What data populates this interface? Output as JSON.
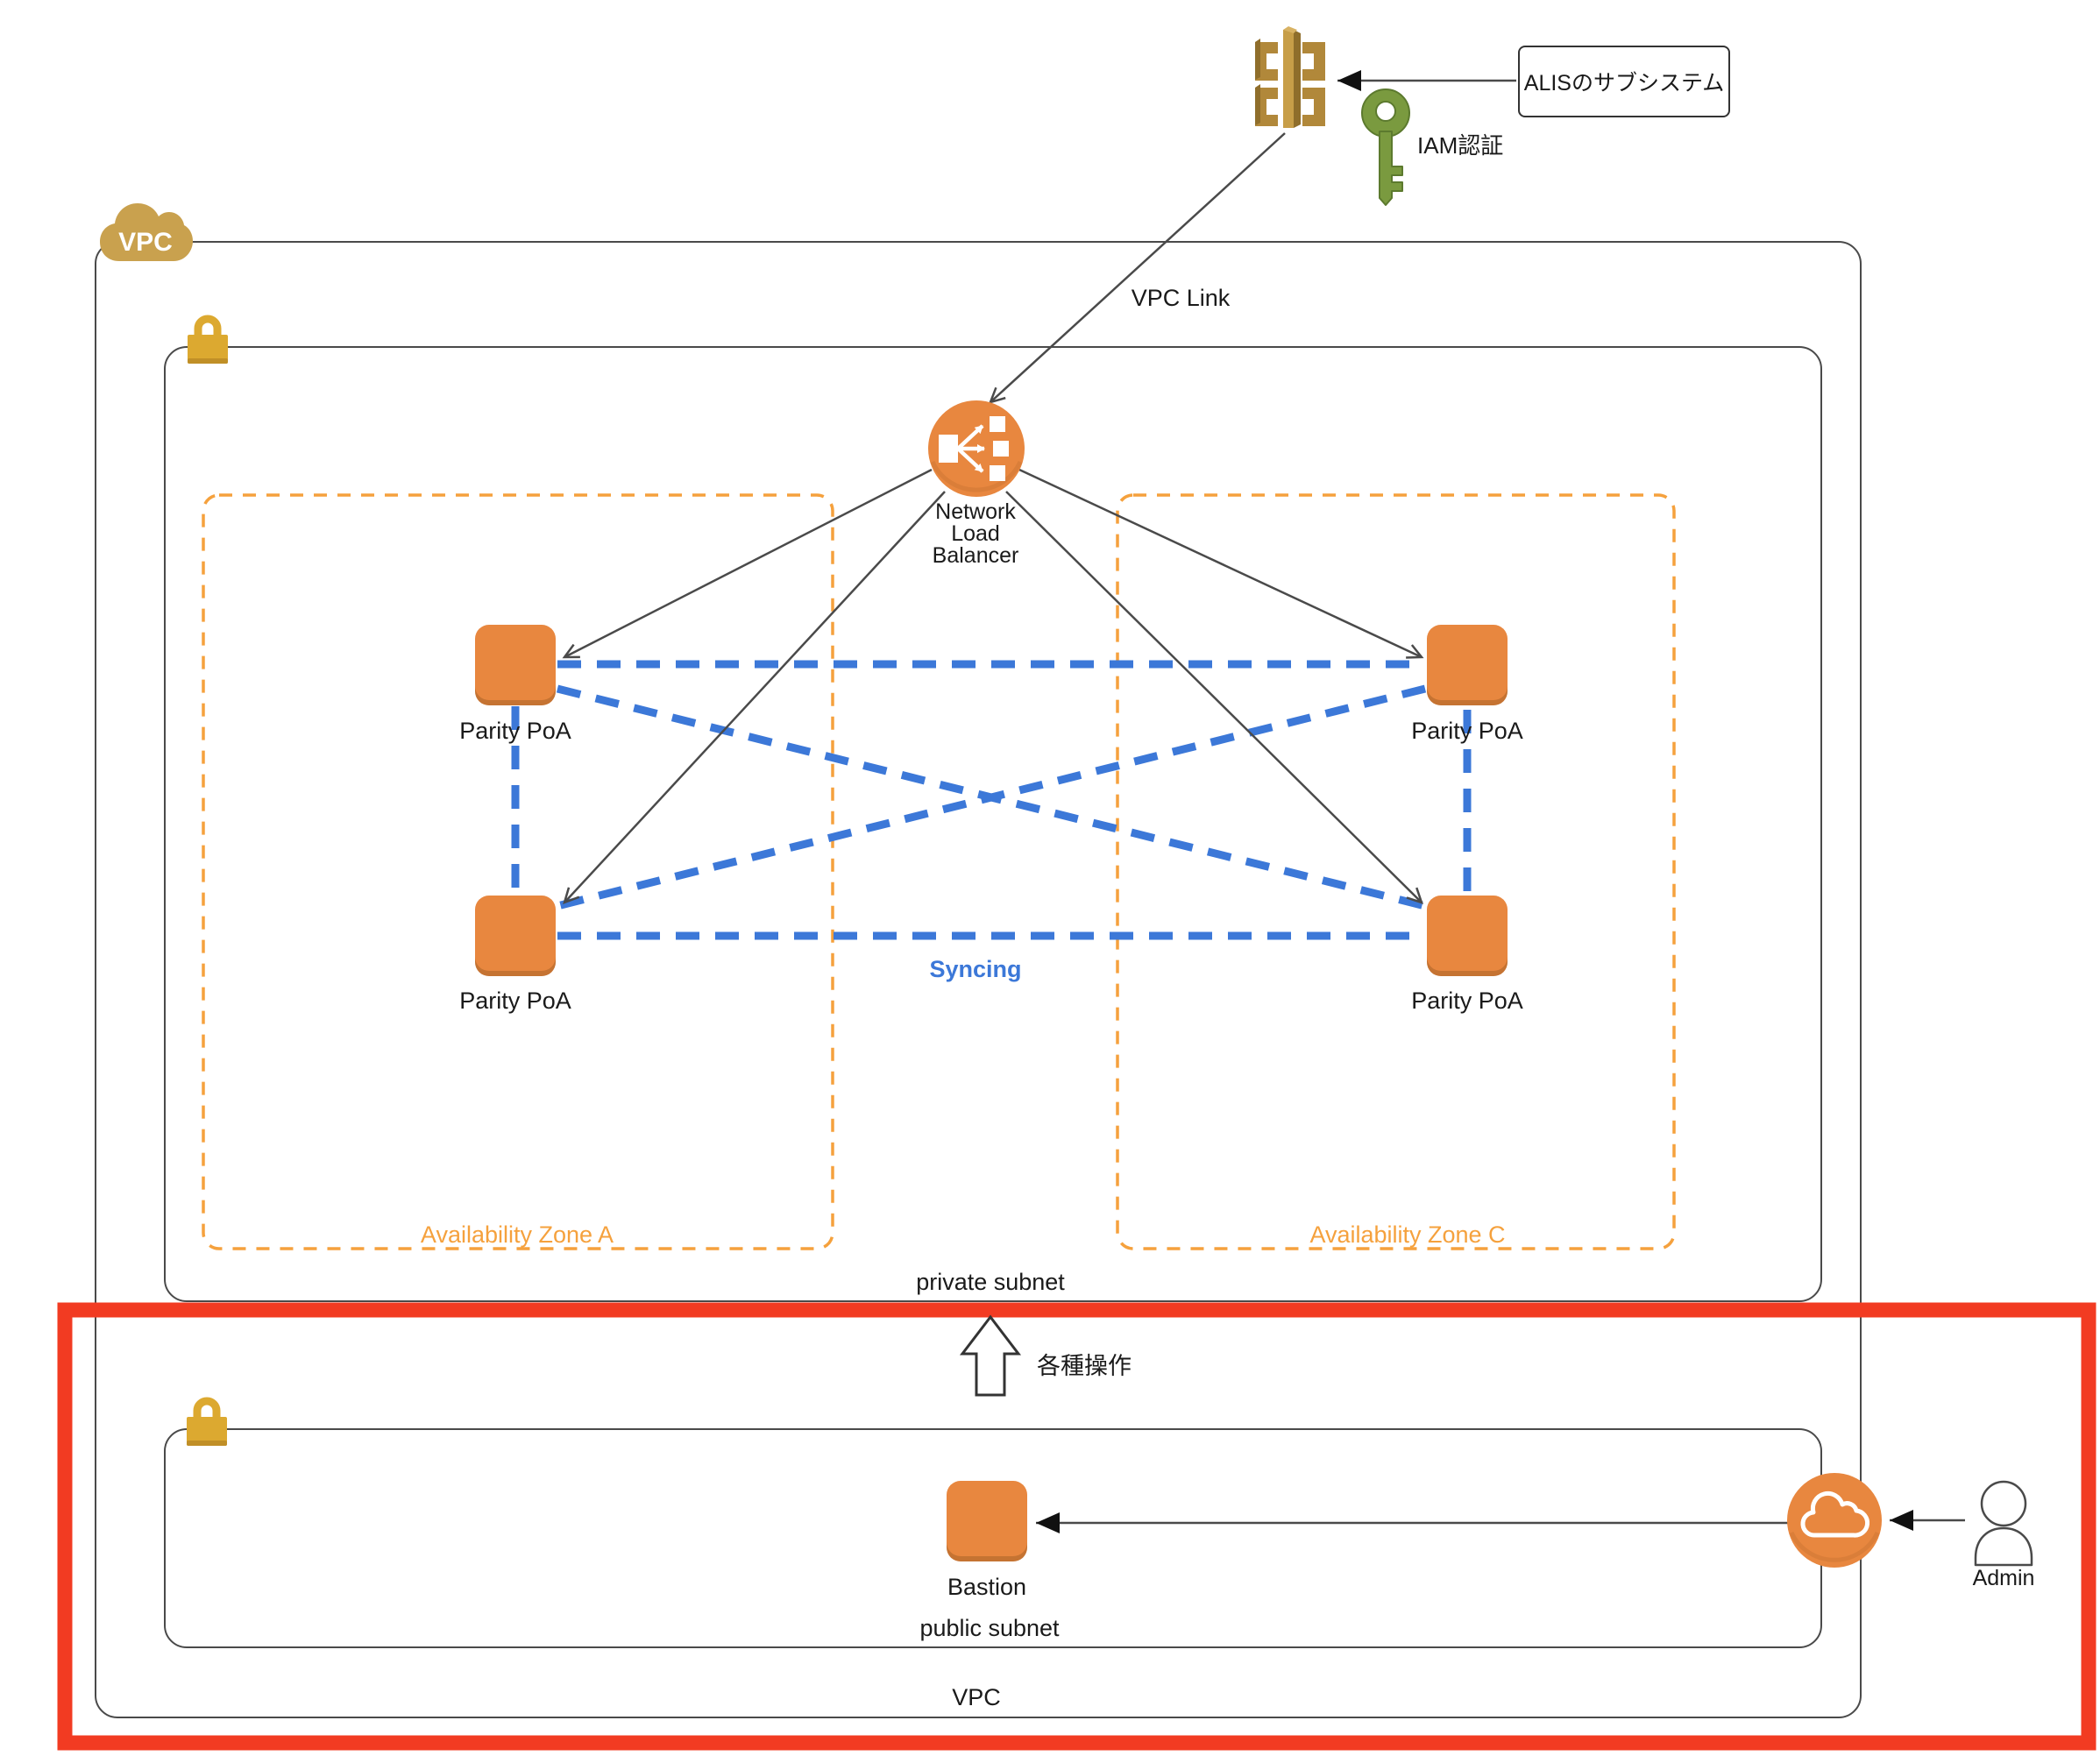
{
  "colors": {
    "aws_orange": "#E8873F",
    "gold": "#C9A14E",
    "lock_gold": "#DCA930",
    "key_green": "#7A9A3F",
    "sync_blue": "#3C78D8",
    "zone_orange": "#F5A13D",
    "highlight_red": "#F23B22",
    "line_gray": "#4a4a4a"
  },
  "external": {
    "subsystem_label": "ALISのサブシステム",
    "iam_auth_label": "IAM認証"
  },
  "vpc": {
    "badge": "VPC",
    "bottom_label": "VPC",
    "vpc_link_label": "VPC Link"
  },
  "private_subnet": {
    "bottom_label": "private subnet",
    "zone_a_label": "Availability Zone A",
    "zone_c_label": "Availability Zone C",
    "syncing_label": "Syncing",
    "nlb_line1": "Network",
    "nlb_line2": "Load",
    "nlb_line3": "Balancer",
    "parity_a_top": "Parity PoA",
    "parity_a_bottom": "Parity PoA",
    "parity_c_top": "Parity PoA",
    "parity_c_bottom": "Parity PoA"
  },
  "operations_label": "各種操作",
  "public_subnet": {
    "bottom_label": "public subnet",
    "bastion_label": "Bastion"
  },
  "admin_label": "Admin"
}
